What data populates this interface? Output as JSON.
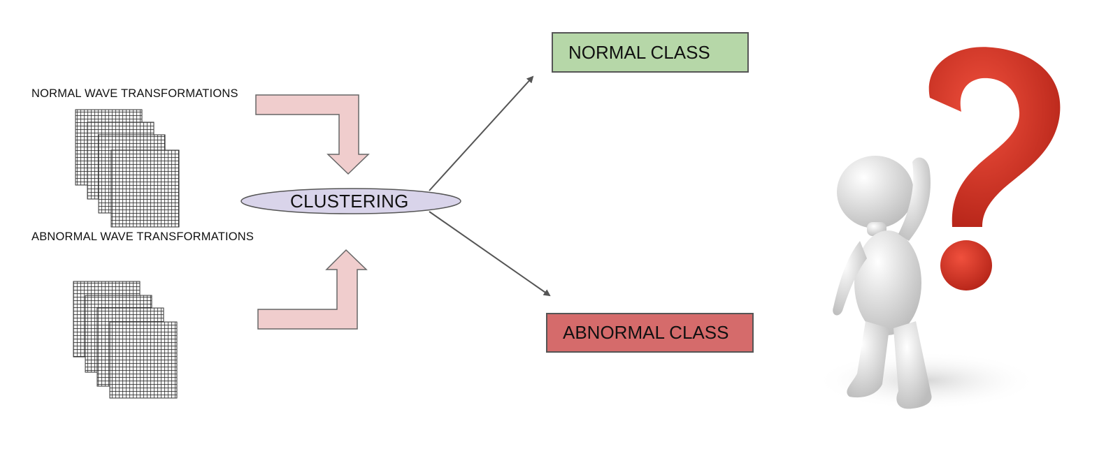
{
  "normal_label": "NORMAL WAVE  TRANSFORMATIONS",
  "abnormal_label": "ABNORMAL  WAVE  TRANSFORMATIONS",
  "clustering_label": "CLUSTERING",
  "normal_class_label": "NORMAL CLASS",
  "abnormal_class_label": "ABNORMAL CLASS",
  "colors": {
    "normal_class_fill": "#b6d7a8",
    "abnormal_class_fill": "#d56b6b",
    "arrow_fill": "#f0cdcd",
    "ellipse_fill": "#d9d4ea",
    "question_mark": "#d93a2b",
    "figure": "#e6e6e6"
  }
}
